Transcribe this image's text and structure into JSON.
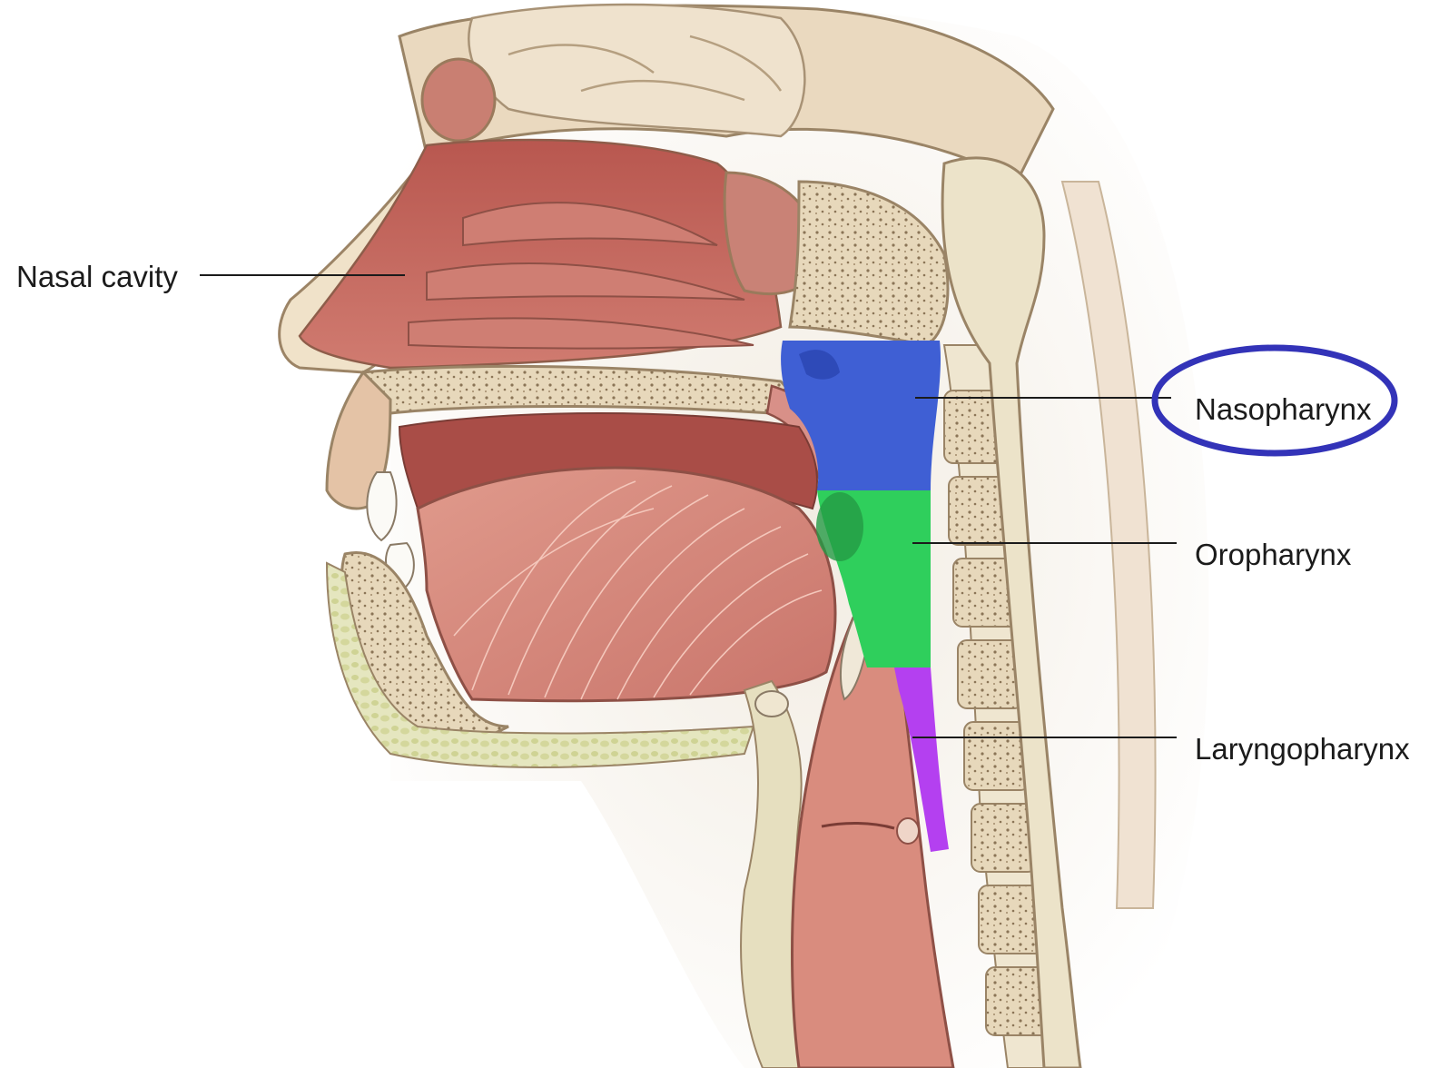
{
  "labels": {
    "nasal_cavity": "Nasal cavity",
    "nasopharynx": "Nasopharynx",
    "oropharynx": "Oropharynx",
    "laryngopharynx": "Laryngopharynx"
  },
  "highlight": {
    "circled_label": "Nasopharynx",
    "circle_color": "#3333b8"
  },
  "region_colors": {
    "nasopharynx": "#3f5fd4",
    "oropharynx": "#2fcf5c",
    "laryngopharynx": "#b440f0"
  },
  "tissue_colors": {
    "mucosa": "#c46a62",
    "muscle": "#d8857a",
    "bone": "#e9dcc2",
    "cartilage": "#efe6d0",
    "spinal_cord": "#ece3c9",
    "fat": "#dfe3b4"
  }
}
